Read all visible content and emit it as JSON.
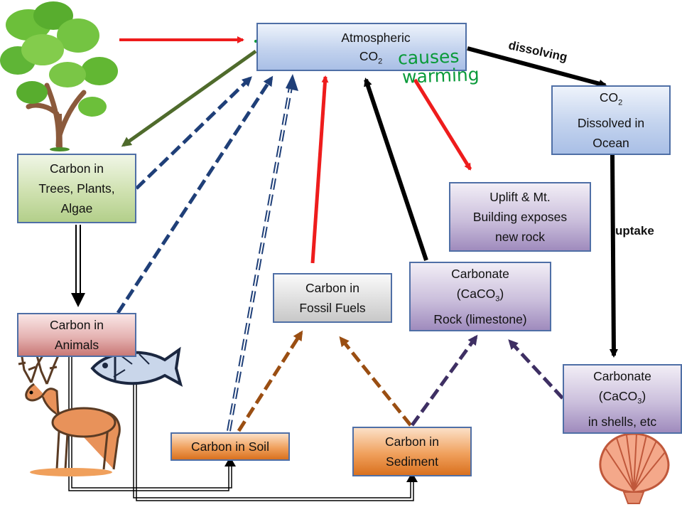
{
  "nodes": {
    "atmospheric": {
      "line1": "Atmospheric",
      "line2_base": "CO",
      "line2_sub": "2"
    },
    "dissolved": {
      "line1_base": "CO",
      "line1_sub": "2",
      "line2": "Dissolved in",
      "line3": "Ocean"
    },
    "trees": {
      "line1": "Carbon in",
      "line2": "Trees, Plants,",
      "line3": "Algae"
    },
    "animals": {
      "line1": "Carbon in",
      "line2": "Animals"
    },
    "uplift": {
      "line1": "Uplift & Mt.",
      "line2": "Building exposes",
      "line3": "new rock"
    },
    "fossil": {
      "line1": "Carbon in",
      "line2": "Fossil Fuels"
    },
    "carbonate_rock": {
      "line1": "Carbonate",
      "line2_base": "(CaCO",
      "line2_sub": "3",
      "line2_end": ")",
      "line3": "Rock (limestone)"
    },
    "soil": {
      "line1": "Carbon in Soil"
    },
    "sediment": {
      "line1": "Carbon in",
      "line2": "Sediment"
    },
    "carbonate_shells": {
      "line1": "Carbonate",
      "line2_base": "(CaCO",
      "line2_sub": "3",
      "line2_end": ")",
      "line3": "in shells, etc"
    }
  },
  "edge_labels": {
    "dissolving": "dissolving",
    "uptake": "uptake"
  },
  "annotation": {
    "line1": "causes",
    "line2": "warming"
  },
  "colors": {
    "red_arrow": "#ee1c1c",
    "green_arrow": "#4f6b2c",
    "blue_dashed": "#1f3f78",
    "brown_dashed": "#9a4e12",
    "purple_dashed": "#3e2f63",
    "black_arrow": "#000000",
    "annotation_ink": "#0a9a3a"
  },
  "illustrations": [
    "tree",
    "deer",
    "fish",
    "scallop-shell"
  ]
}
